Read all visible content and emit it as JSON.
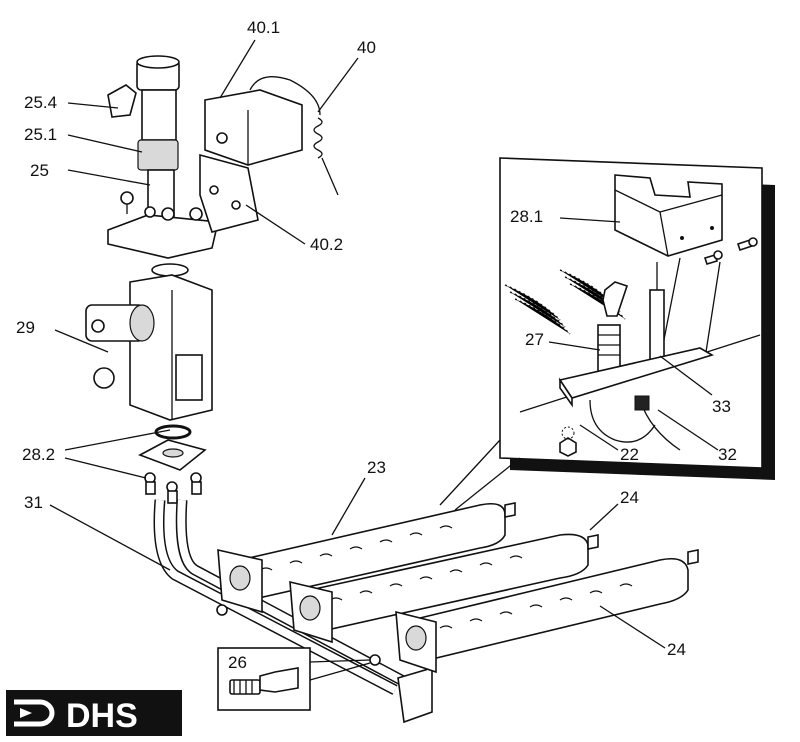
{
  "labels": {
    "l40_1": "40.1",
    "l40": "40",
    "l25_4": "25.4",
    "l25_1": "25.1",
    "l25": "25",
    "l40_2": "40.2",
    "l29": "29",
    "l28_2": "28.2",
    "l31": "31",
    "l23": "23",
    "l24a": "24",
    "l24b": "24",
    "l26": "26",
    "l28_1": "28.1",
    "l27": "27",
    "l33": "33",
    "l22": "22",
    "l32": "32"
  },
  "logo": {
    "text": "DHS"
  }
}
